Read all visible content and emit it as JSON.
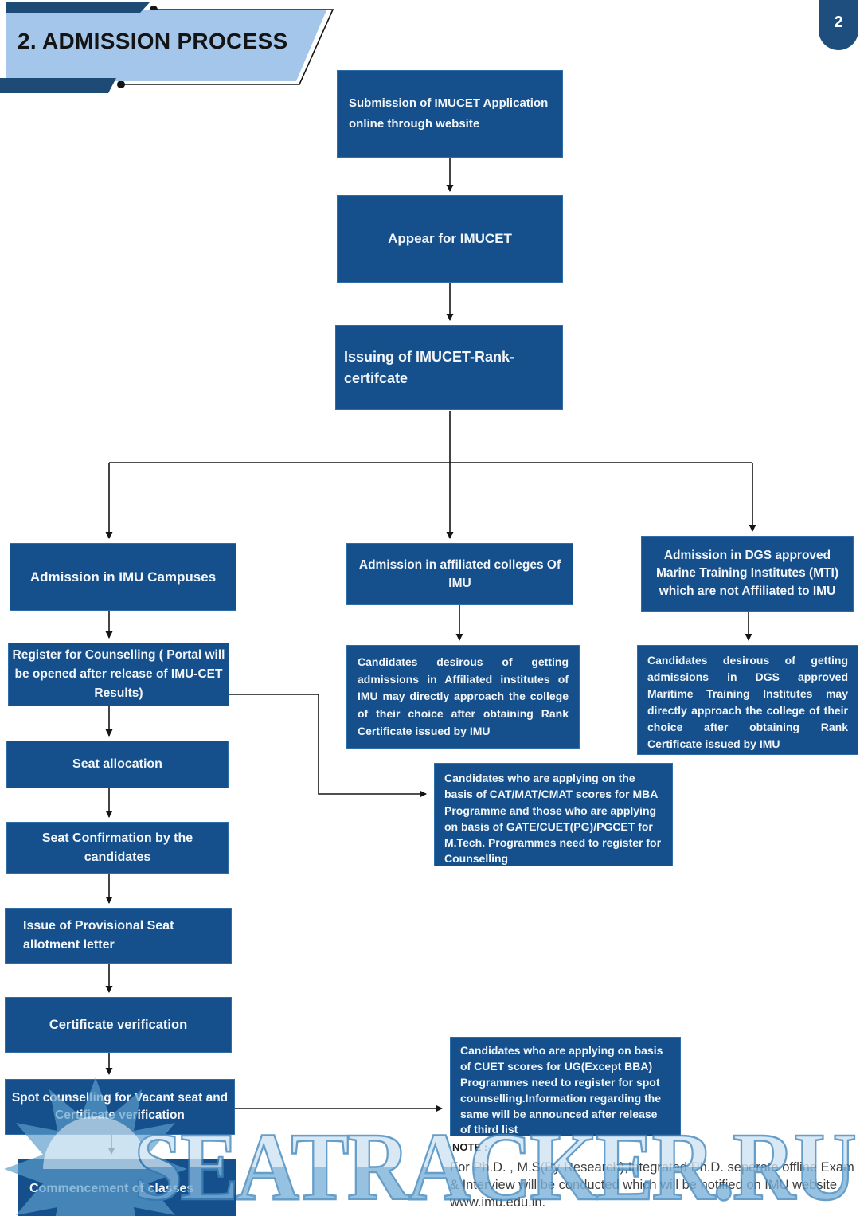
{
  "page": {
    "title": "2. ADMISSION PROCESS",
    "number": "2"
  },
  "colors": {
    "box_fill": "#15508c",
    "banner_light_blue": "#a3c6ea",
    "banner_dark_blue": "#1e4a76",
    "box_text": "#f2f6fa",
    "watermark_blue": "#7db2d9",
    "connector_black": "#151515"
  },
  "flowchart": {
    "step_submission": "Submission of IMUCET Application online through website",
    "step_appear": "Appear for IMUCET",
    "step_issuing": "Issuing of IMUCET-Rank-certifcate",
    "branch_imu_campuses": "Admission in IMU Campuses",
    "branch_affiliated": "Admission in affiliated colleges Of IMU",
    "branch_dgs_mti": "Admission in DGS approved Marine Training Institutes (MTI) which are not Affiliated to IMU",
    "step_register_counselling": "Register for Counselling ( Portal will be opened after release of IMU-CET Results)",
    "info_affiliated": "Candidates desirous of getting admissions in Affiliated institutes of IMU may directly approach the college of their choice after obtaining Rank Certificate issued by IMU",
    "info_dgs": "Candidates desirous of getting admissions in DGS approved Maritime Training Institutes may directly approach the college of their choice after obtaining Rank Certificate issued by IMU",
    "step_seat_allocation": "Seat allocation",
    "step_seat_confirmation": "Seat Confirmation by the candidates",
    "step_provisional_letter": "Issue of Provisional Seat allotment letter",
    "step_certificate_verification": "Certificate verification",
    "step_spot_counselling": "Spot counselling for Vacant seat and Certificate verification",
    "step_commencement": "Commencement of classes",
    "info_mba_mtech": "Candidates who are applying on the basis of CAT/MAT/CMAT scores for MBA Programme and those who are applying on basis of GATE/CUET(PG)/PGCET for M.Tech. Programmes need to register for Counselling",
    "info_cuet_ug": "Candidates who are applying on basis of CUET scores for UG(Except BBA) Programmes need to register for spot counselling.Information regarding the same will be announced after release of third list"
  },
  "note": {
    "label": "NOTE :-",
    "text": "For Ph.D. , M.S(By Research),Integrated Ph.D. seperate offline Exam & Interview will be conducted which will be notified on IMU website www.imu.edu.in."
  },
  "watermark": {
    "text": "SEATRACKER.RU"
  }
}
